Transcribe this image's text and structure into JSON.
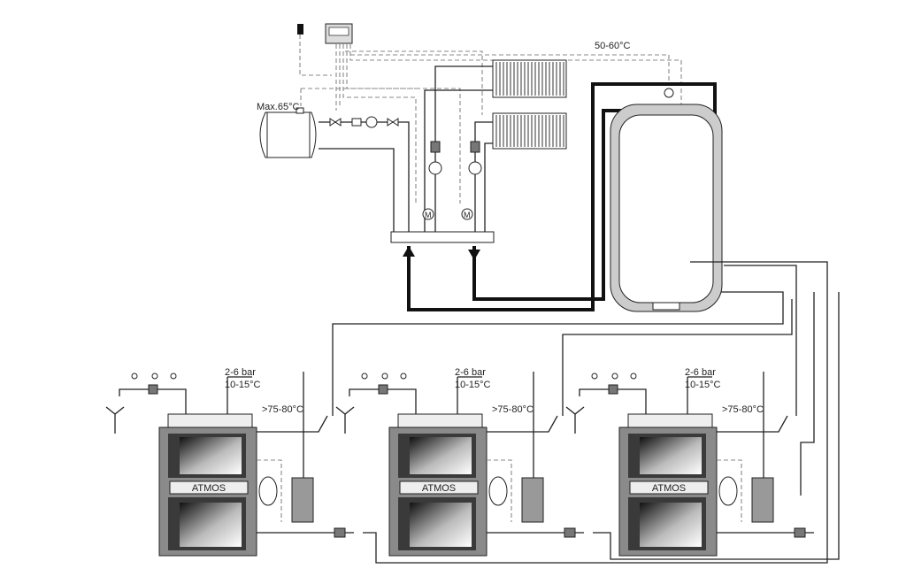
{
  "labels": {
    "dhw_temp": "50-60°C",
    "expansion_max": "Max.65°C"
  },
  "boilers": [
    {
      "brand": "ATMOS",
      "pressure": "2-6 bar",
      "water_temp": "10-15°C",
      "flow_temp": ">75-80°C"
    },
    {
      "brand": "ATMOS",
      "pressure": "2-6 bar",
      "water_temp": "10-15°C",
      "flow_temp": ">75-80°C"
    },
    {
      "brand": "ATMOS",
      "pressure": "2-6 bar",
      "water_temp": "10-15°C",
      "flow_temp": ">75-80°C"
    }
  ],
  "colors": {
    "line": "#222222",
    "dash": "#888888",
    "boiler_side": "#8a8a8a",
    "boiler_dark": "#3a3a3a"
  }
}
